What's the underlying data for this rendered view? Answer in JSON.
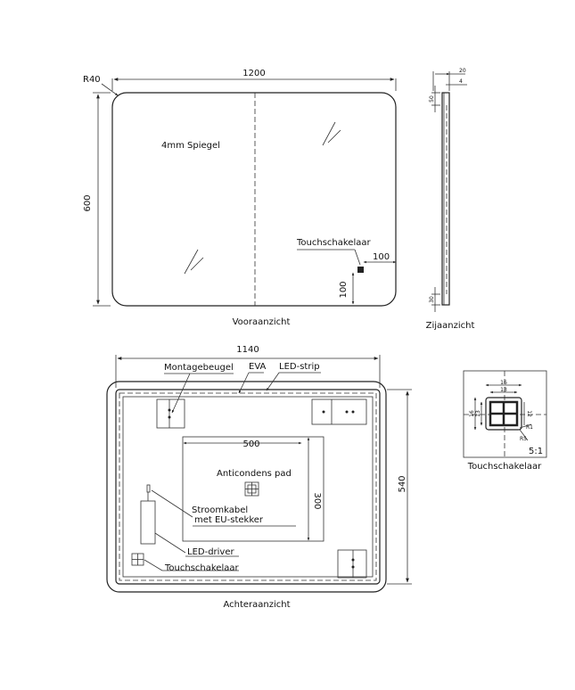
{
  "front_view": {
    "caption": "Vooraanzicht",
    "width_dim": "1200",
    "height_dim": "600",
    "radius_label": "R40",
    "mirror_label": "4mm Spiegel",
    "switch_label": "Touchschakelaar",
    "switch_offset_x": "100",
    "switch_offset_y": "100"
  },
  "side_view": {
    "caption": "Zijaanzicht",
    "dim_top_total": "20",
    "dim_top_inner": "4",
    "dim_top_vertical": "50",
    "dim_bottom_vertical": "30"
  },
  "back_view": {
    "caption": "Achteraanzicht",
    "width_dim": "1140",
    "height_dim": "540",
    "pad_width_dim": "500",
    "pad_height_dim": "300",
    "labels": {
      "bracket": "Montagebeugel",
      "eva": "EVA",
      "led_strip": "LED-strip",
      "antifog": "Anticondens pad",
      "cable_line1": "Stroomkabel",
      "cable_line2": "met EU-stekker",
      "driver": "LED-driver",
      "switch": "Touchschakelaar"
    }
  },
  "switch_detail": {
    "caption": "Touchschakelaar",
    "scale": "5:1",
    "dim_outer_w": "16",
    "dim_inner_w": "13",
    "dim_left_outer": "16",
    "dim_left_inner": "13",
    "dim_right": "12",
    "dim_radius_1": "R1",
    "dim_radius_2": "R5"
  }
}
